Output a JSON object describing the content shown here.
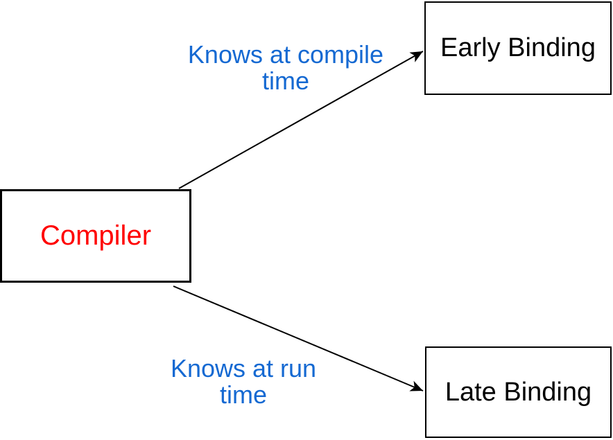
{
  "diagram": {
    "background_color": "#FFFFFF",
    "nodes": [
      {
        "id": "compiler",
        "label": "Compiler",
        "text_color": "#FF0000",
        "border_color": "#000000",
        "fill_color": "#FFFFFF"
      },
      {
        "id": "early-binding",
        "label": "Early Binding",
        "text_color": "#000000",
        "border_color": "#000000",
        "fill_color": "#FFFFFF"
      },
      {
        "id": "late-binding",
        "label": "Late Binding",
        "text_color": "#000000",
        "border_color": "#000000",
        "fill_color": "#FFFFFF"
      }
    ],
    "edges": [
      {
        "id": "compile-time",
        "from": "compiler",
        "to": "early-binding",
        "label": "Knows at compile\ntime",
        "label_color": "#1569D2",
        "line_color": "#000000",
        "arrowhead": "filled-triangle"
      },
      {
        "id": "run-time",
        "from": "compiler",
        "to": "late-binding",
        "label": "Knows at run\ntime",
        "label_color": "#1569D2",
        "line_color": "#000000",
        "arrowhead": "filled-triangle"
      }
    ]
  }
}
